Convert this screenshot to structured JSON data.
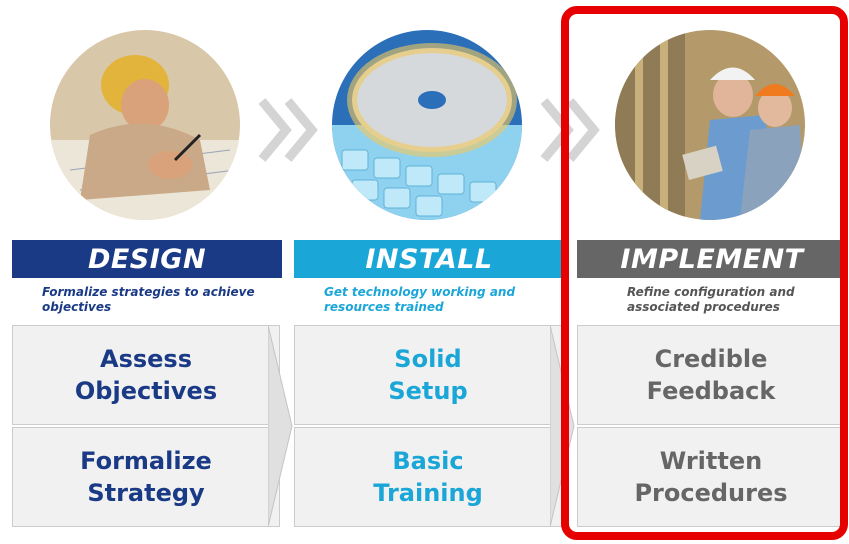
{
  "columns": {
    "design": {
      "title": "DESIGN",
      "subtitle": "Formalize strategies to achieve objectives",
      "box1": {
        "line1": "Assess",
        "line2": "Objectives"
      },
      "box2": {
        "line1": "Formalize",
        "line2": "Strategy"
      }
    },
    "install": {
      "title": "INSTALL",
      "subtitle": "Get technology working and resources trained",
      "box1": {
        "line1": "Solid",
        "line2": "Setup"
      },
      "box2": {
        "line1": "Basic",
        "line2": "Training"
      }
    },
    "implement": {
      "title": "IMPLEMENT",
      "subtitle": "Refine configuration and associated procedures",
      "box1": {
        "line1": "Credible",
        "line2": "Feedback"
      },
      "box2": {
        "line1": "Written",
        "line2": "Procedures"
      }
    }
  },
  "colors": {
    "design": "#1a3a86",
    "install": "#1ba6d8",
    "implement": "#666666",
    "highlight": "#e60000"
  },
  "icons": [
    "chevron-right-icon",
    "arrow-right-icon"
  ]
}
